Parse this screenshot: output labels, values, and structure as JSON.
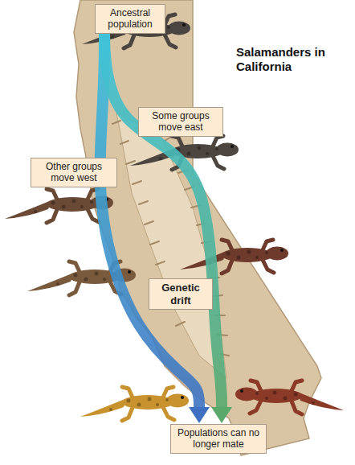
{
  "diagram": {
    "title": "Salamanders in California",
    "nodes": [
      {
        "text": [
          "Ancestral population"
        ]
      },
      {
        "text": [
          "Some groups move east"
        ]
      },
      {
        "text": [
          "Other groups move west"
        ]
      },
      {
        "text": [
          "Genetic drift"
        ]
      },
      {
        "text": [
          "Populations can no longer mate"
        ]
      }
    ],
    "edges": [
      {
        "from": 0,
        "to": 4,
        "arrow": "to"
      },
      {
        "from": 0,
        "to": 4,
        "arrow": "to"
      }
    ]
  }
}
